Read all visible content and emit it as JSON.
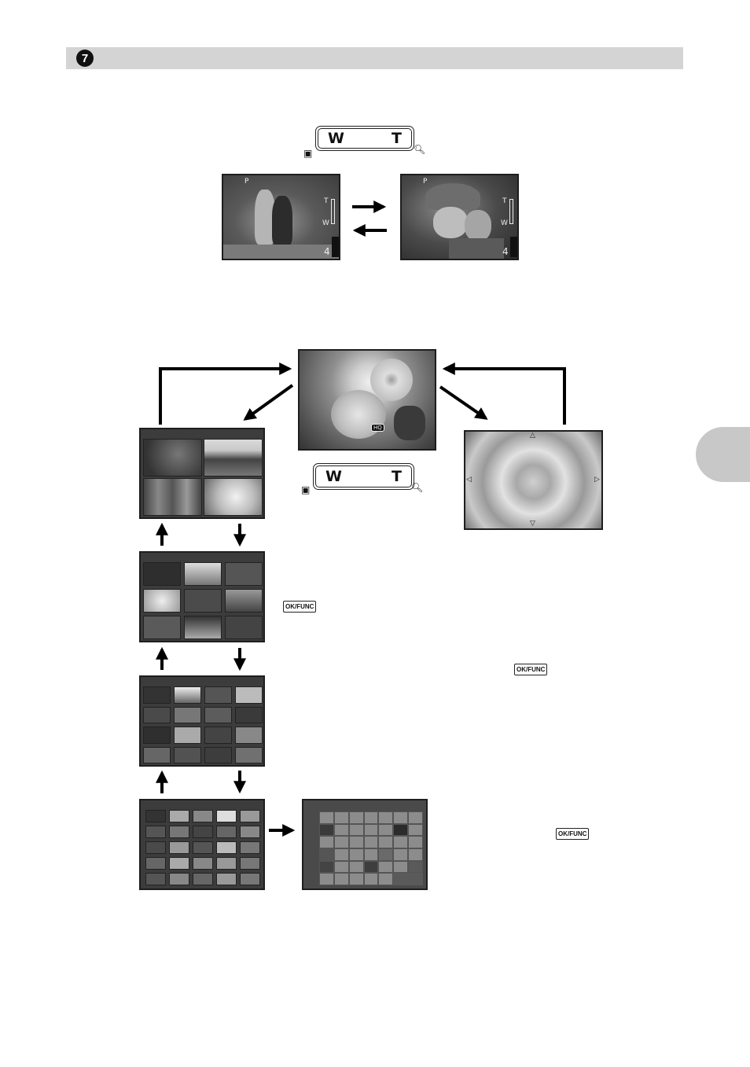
{
  "header": {
    "step_number": "7"
  },
  "zoom_lever": {
    "wide_label": "W",
    "tele_label": "T",
    "wide_icon": "index-grid-icon",
    "tele_icon": "magnifier-icon"
  },
  "shooting_screens": {
    "wide": {
      "mode": "P",
      "zoom_t": "T",
      "zoom_w": "W",
      "frames": "4"
    },
    "tele": {
      "mode": "P",
      "zoom_t": "T",
      "zoom_w": "W",
      "frames": "4"
    }
  },
  "playback": {
    "ok_func_label": "OK/FUNC",
    "single_screen_badge": "HQ"
  },
  "colors": {
    "header_bar": "#d4d4d4",
    "side_tab": "#c8c8c8",
    "screen_frame": "#1e1e1e"
  }
}
